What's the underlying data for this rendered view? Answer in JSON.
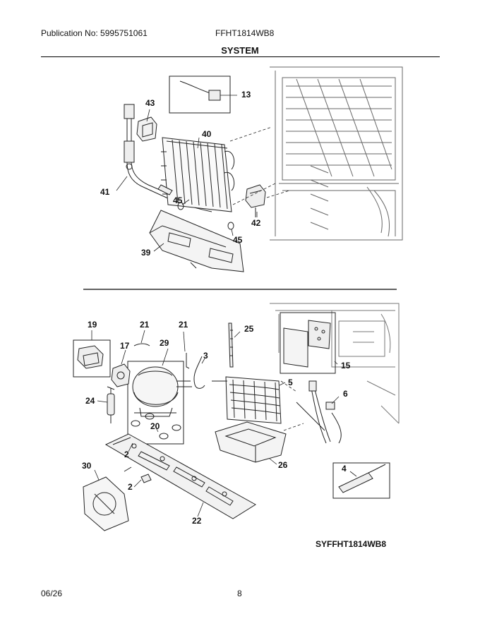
{
  "header": {
    "publication": "Publication No: 5995751061",
    "model": "FFHT1814WB8"
  },
  "section_title": "SYSTEM",
  "diagram_code": "SYFFHT1814WB8",
  "footer": {
    "date": "06/26",
    "page": "8"
  },
  "callouts": {
    "c13": "13",
    "c43": "43",
    "c40": "40",
    "c41": "41",
    "c45a": "45",
    "c42": "42",
    "c45b": "45",
    "c39": "39",
    "c19": "19",
    "c21a": "21",
    "c21b": "21",
    "c17": "17",
    "c29": "29",
    "c3": "3",
    "c25": "25",
    "c15": "15",
    "c5": "5",
    "c6": "6",
    "c24": "24",
    "c2a": "2",
    "c20": "20",
    "c26": "26",
    "c30": "30",
    "c2b": "2",
    "c4": "4",
    "c22": "22"
  }
}
